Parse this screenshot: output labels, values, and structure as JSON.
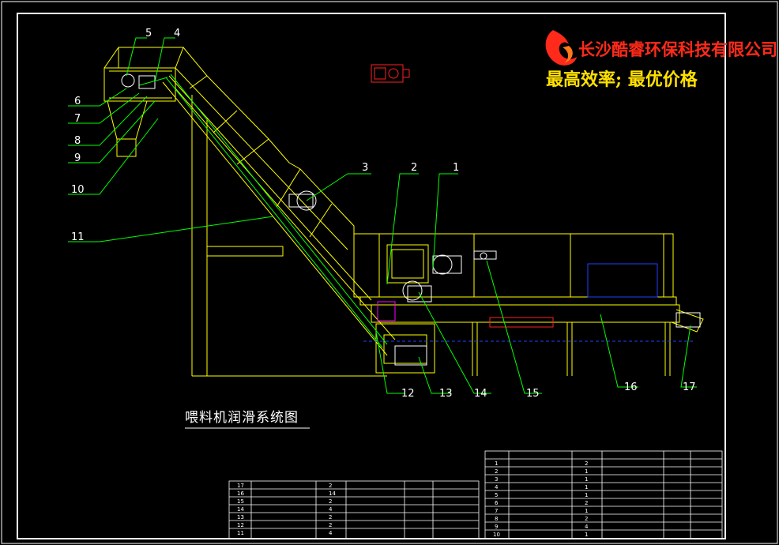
{
  "company": {
    "name": "长沙酷睿环保科技有限公司",
    "slogan": "最高效率; 最优价格"
  },
  "drawing": {
    "title": "喂料机润滑系统图"
  },
  "callouts": [
    "1",
    "2",
    "3",
    "4",
    "5",
    "6",
    "7",
    "8",
    "9",
    "10",
    "11",
    "12",
    "13",
    "14",
    "15",
    "16",
    "17"
  ],
  "bom_left": {
    "numbers": [
      "17",
      "16",
      "15",
      "14",
      "13",
      "12",
      "11"
    ],
    "qty": [
      "2",
      "14",
      "2",
      "4",
      "2",
      "2",
      "4"
    ]
  },
  "bom_right": {
    "numbers": [
      "1",
      "2",
      "3",
      "4",
      "5",
      "6",
      "7",
      "8",
      "9",
      "10"
    ],
    "qty": [
      "2",
      "1",
      "1",
      "1",
      "1",
      "2",
      "1",
      "2",
      "4",
      "1"
    ]
  },
  "colors": {
    "frame": "#ffffff",
    "structure": "#ffff00",
    "chain": "#00ff00",
    "belt": "#2040ff",
    "accent": "#ff00ff",
    "logo": "#ff2a1a"
  }
}
